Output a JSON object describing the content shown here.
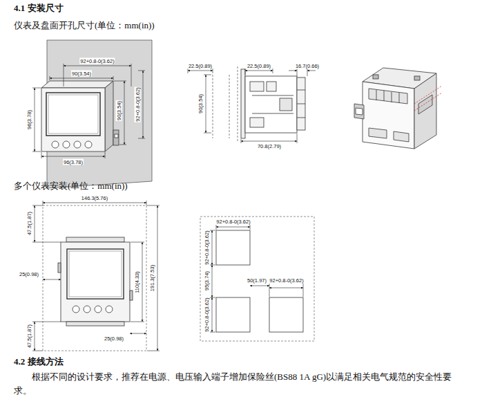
{
  "diagram": {
    "labels": [
      "4.1 安装尺寸",
      "仪表及盘面开孔尺寸(单位：mm(in))",
      "92+0.8-0(3.62)",
      "90(3.54)",
      "96(3.78)",
      "90(3.54)",
      "92+0.8-0(3.62)",
      "96(3.78)",
      "22.5(0.89)",
      "22.5(0.89)",
      "16.7(0.66)",
      "90(3.54)",
      "70.8(2.79)",
      "多个仪表安装(单位：mm(in))",
      "146.3(5.76)",
      "47.5(1.87)",
      "25(0.98)",
      "110(4.33)",
      "191.3(7.53)",
      "25(0.98)",
      "47.5(1.87)",
      "92+0.8-0(3.62)",
      "92+0.8-0(3.62)",
      "95(3.74)",
      "50(1.97)",
      "92+0.8-0(3.62)",
      "92+0.8-0(3.62)",
      "4.2 接线方法",
      "根据不同的设计要求，推荐在电源、电压输入端子增加保险丝(BS88 1A gG)以满足相关电气规范的安全性要求。"
    ]
  }
}
